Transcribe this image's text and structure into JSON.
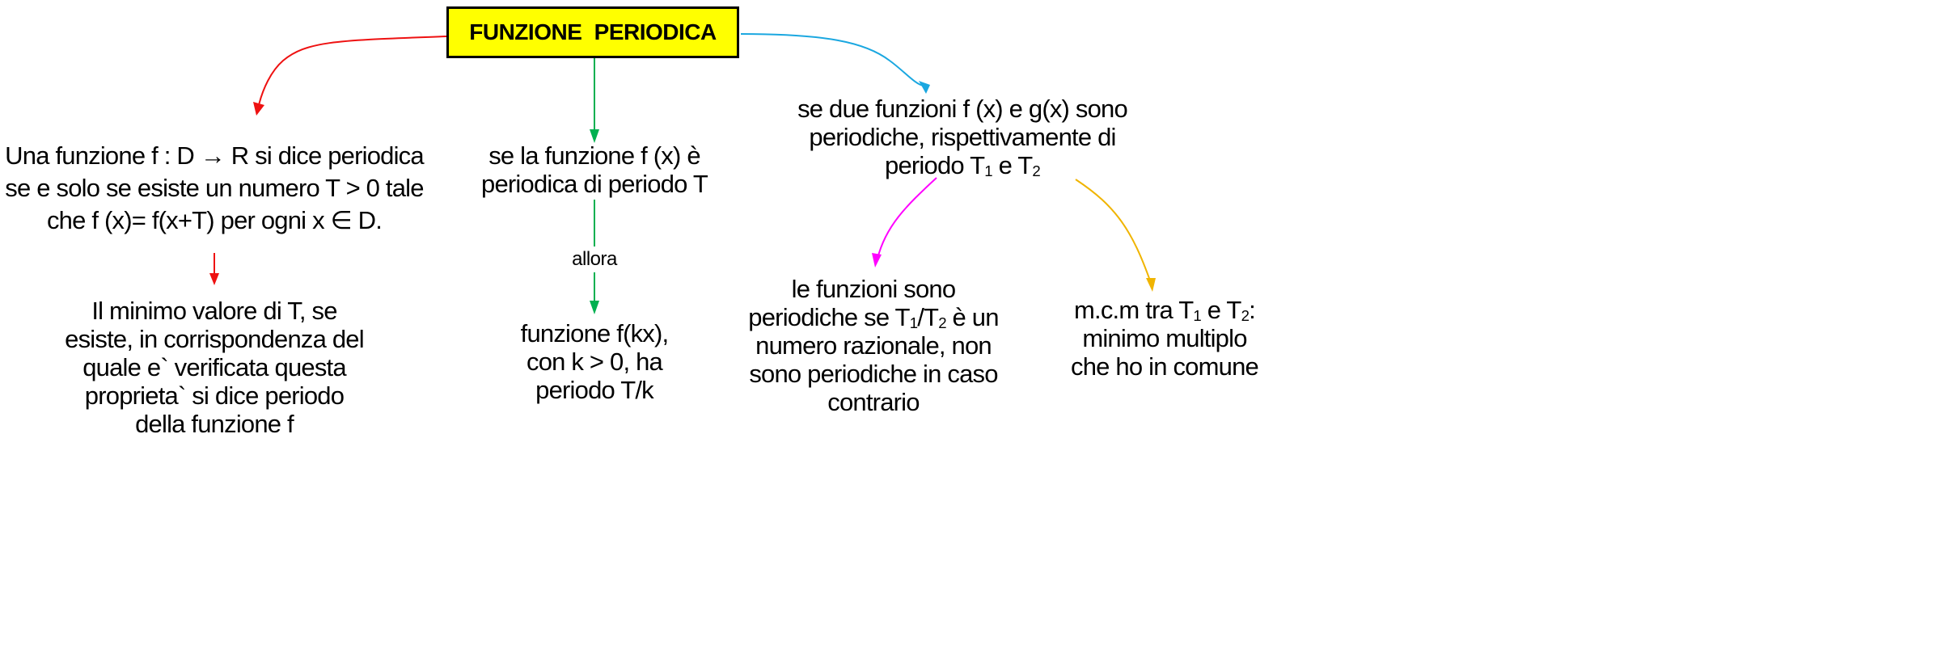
{
  "title": "FUNZIONE  PERIODICA",
  "colors": {
    "title_bg": "#ffff00",
    "red": "#ee1111",
    "green": "#00b050",
    "blue": "#1aa7e0",
    "magenta": "#ff00ff",
    "yellow": "#f0b400"
  },
  "definition": {
    "lines": [
      "Una funzione f : D → R si dice periodica",
      "se e solo se esiste un numero T > 0 tale",
      "che f (x)= f(x+T) per ogni x ∈ D."
    ]
  },
  "minimum": {
    "lines": [
      "Il minimo valore di T, se",
      "esiste, in corrispondenza del",
      "quale e` verificata questa",
      "proprieta` si dice periodo",
      "della funzione f"
    ]
  },
  "condition": {
    "lines": [
      "se la funzione f (x) è",
      "periodica di periodo T"
    ]
  },
  "link_label": "allora",
  "consequence": {
    "lines": [
      "funzione f(kx),",
      "con k > 0, ha",
      "periodo T/k"
    ]
  },
  "two_functions": {
    "line1": "se due funzioni f (x) e g(x) sono",
    "line2": "periodiche, rispettivamente di",
    "line3_prefix": "periodo T",
    "sub1": "1",
    "line3_mid": " e T",
    "sub2": "2"
  },
  "rational": {
    "line1": "le funzioni sono",
    "line2_prefix": "periodiche se T",
    "sub1": "1",
    "slash": "/T",
    "sub2": "2",
    "line2_suffix": " è un",
    "line3": "numero razionale, non",
    "line4": "sono periodiche in caso",
    "line5": "contrario"
  },
  "lcm": {
    "line1_prefix": "m.c.m tra T",
    "sub1": "1",
    "line1_mid": " e T",
    "sub2": "2",
    "line1_suffix": ":",
    "line2": "minimo multiplo",
    "line3": "che ho in comune"
  }
}
